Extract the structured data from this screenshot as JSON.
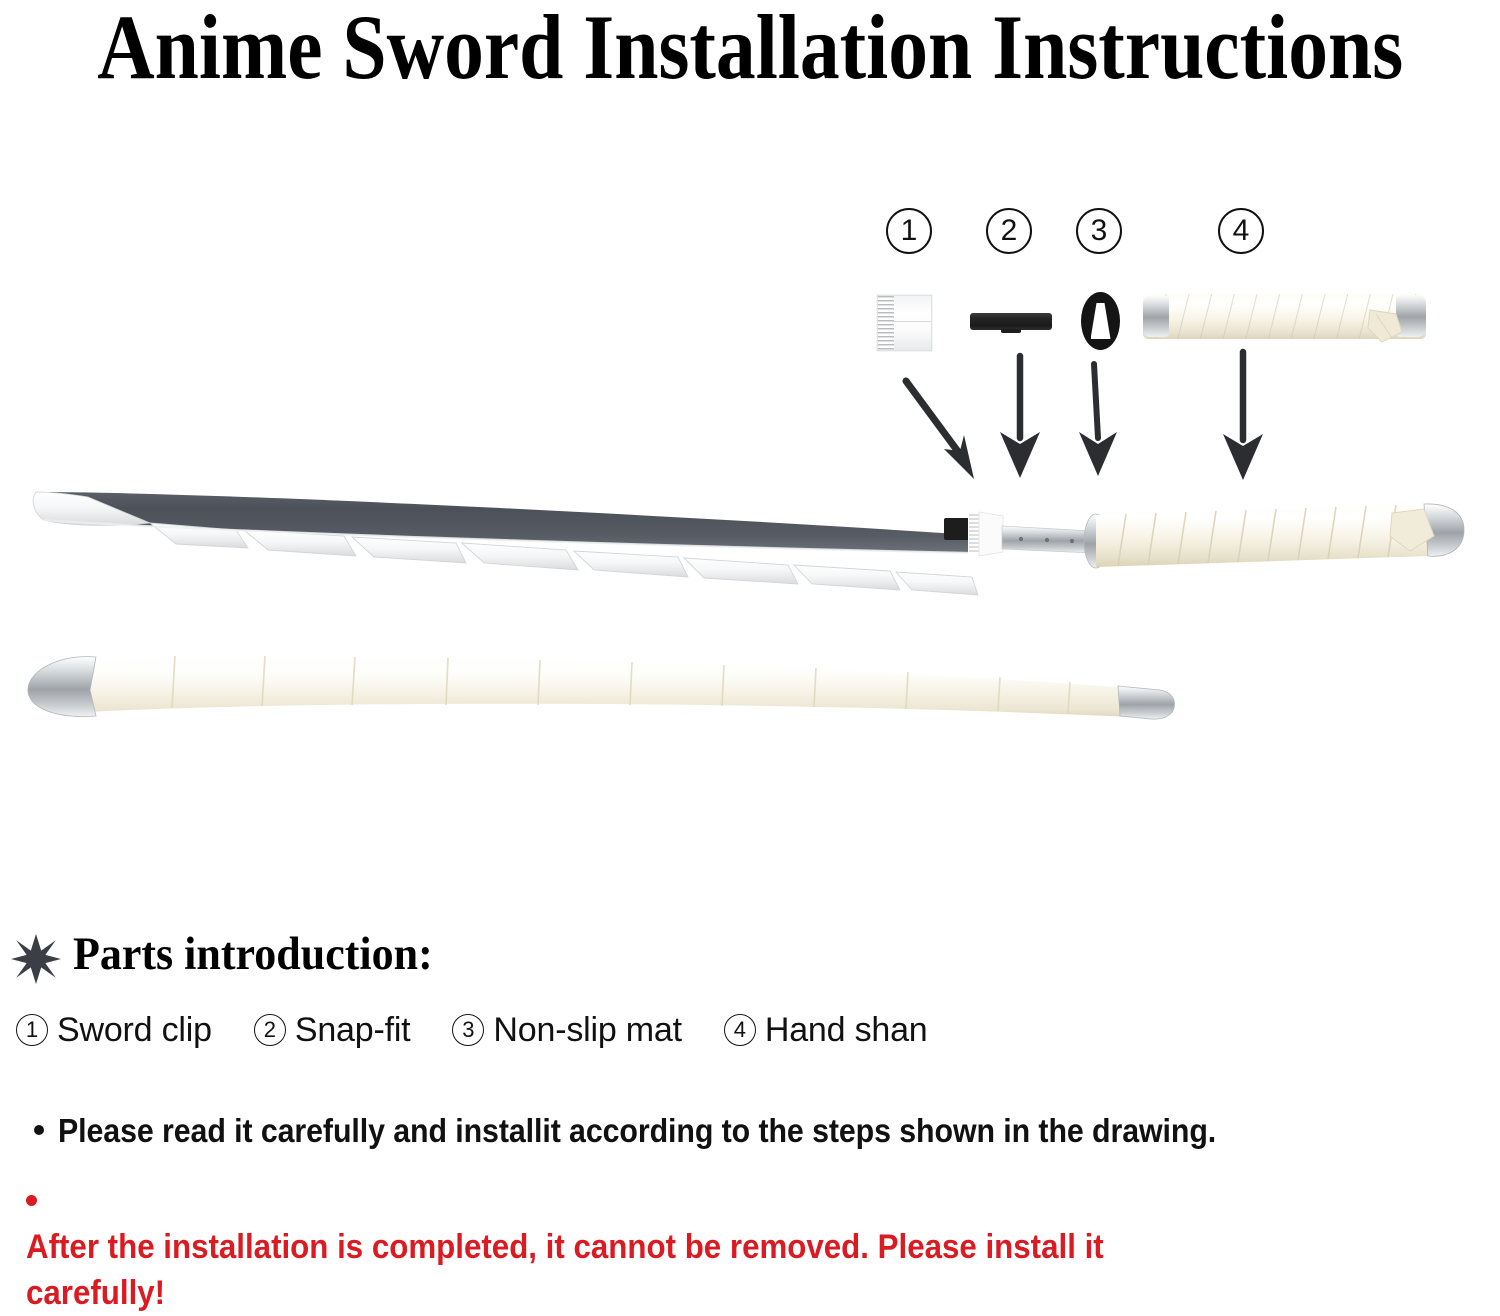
{
  "title": "Anime Sword Installation Instructions",
  "diagram": {
    "callouts": [
      {
        "number": "1",
        "part": "sword-clip"
      },
      {
        "number": "2",
        "part": "snap-fit"
      },
      {
        "number": "3",
        "part": "non-slip-mat"
      },
      {
        "number": "4",
        "part": "hand-shan"
      }
    ],
    "arrow_count": 4,
    "assembled_sword_label": "assembled-sword",
    "scabbard_label": "scabbard"
  },
  "parts_section": {
    "heading": "Parts introduction:",
    "bullet_icon": "eight-point-star",
    "items": [
      {
        "number": "1",
        "label": "Sword clip"
      },
      {
        "number": "2",
        "label": "Snap-fit"
      },
      {
        "number": "3",
        "label": "Non-slip mat"
      },
      {
        "number": "4",
        "label": "Hand shan"
      }
    ]
  },
  "notes": [
    {
      "color": "#111111",
      "text": "Please read it carefully and installit according to the steps shown in the drawing."
    },
    {
      "color": "#DA1B22",
      "text": "After the installation is completed, it cannot be removed. Please install it carefully!"
    }
  ],
  "colors": {
    "background": "#FFFFFF",
    "text": "#111111",
    "warning": "#DA1B22",
    "blade_dark": "#4A4E55",
    "blade_edge": "#F2F3F4",
    "handle_cream": "#F7F3E6",
    "metal_silver": "#A9AEB2",
    "arrow": "#2B2D31",
    "star": "#3B3F45"
  }
}
